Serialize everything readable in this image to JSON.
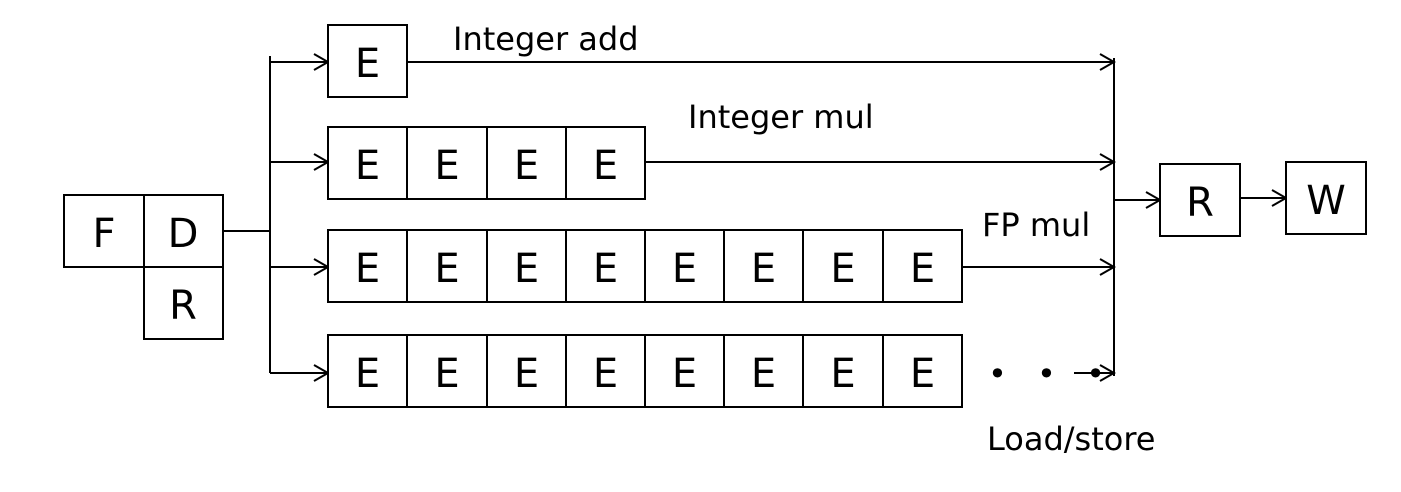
{
  "stages": {
    "fetch": "F",
    "decode": "D",
    "register_read": "R",
    "execute": "E",
    "retire_read": "R",
    "writeback": "W"
  },
  "pipelines": [
    {
      "name": "Integer add",
      "stages": 1
    },
    {
      "name": "Integer mul",
      "stages": 4
    },
    {
      "name": "FP mul",
      "stages": 8
    },
    {
      "name": "Load/store",
      "stages": 8,
      "continues": true
    }
  ],
  "continuation": "• • •"
}
